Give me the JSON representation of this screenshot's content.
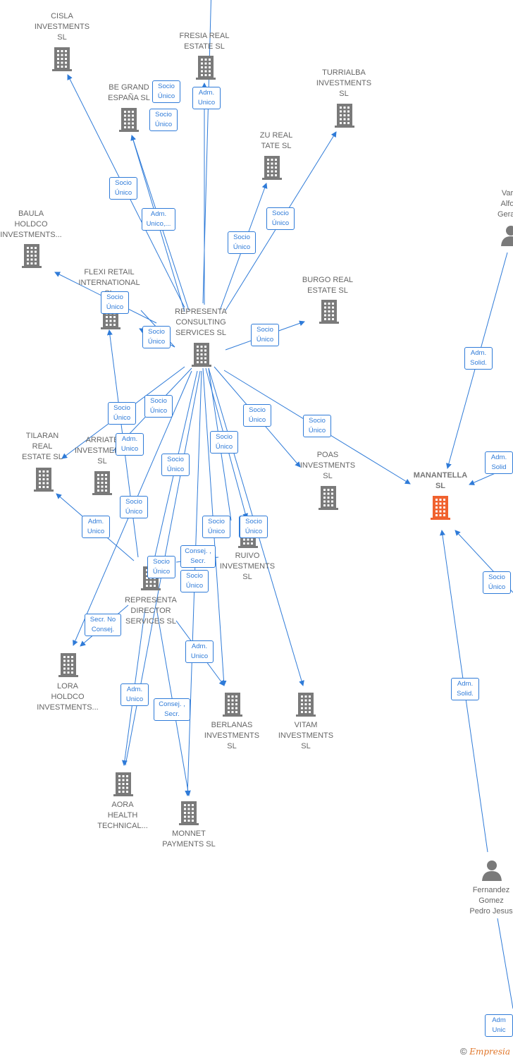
{
  "colors": {
    "edge": "#2f7bd8",
    "node": "#7a7a7a",
    "highlight": "#f0622f",
    "text": "#666666"
  },
  "footer": {
    "symbol": "©",
    "brand": "Empresia"
  },
  "nodes": [
    {
      "id": "cisla",
      "type": "company",
      "label": "CISLA\nINVESTMENTS\nSL"
    },
    {
      "id": "fresia",
      "type": "company",
      "label": "FRESIA REAL\nESTATE  SL"
    },
    {
      "id": "begrand",
      "type": "company",
      "label": "BE GRAND\nESPAÑA  SL"
    },
    {
      "id": "turrialba",
      "type": "company",
      "label": "TURRIALBA\nINVESTMENTS\nSL"
    },
    {
      "id": "irazu",
      "type": "company",
      "label": "ZU REAL\nTATE  SL"
    },
    {
      "id": "baula",
      "type": "company",
      "label": "BAULA\nHOLDCO\nINVESTMENTS..."
    },
    {
      "id": "flexi",
      "type": "company",
      "label": "FLEXI RETAIL\nINTERNATIONAL\nSL"
    },
    {
      "id": "burgo",
      "type": "company",
      "label": "BURGO REAL\nESTATE  SL"
    },
    {
      "id": "representa",
      "type": "company",
      "label": "REPRESENTA\nCONSULTING\nSERVICES  SL"
    },
    {
      "id": "tilaran",
      "type": "company",
      "label": "TILARAN\nREAL\nESTATE  SL"
    },
    {
      "id": "arriate",
      "type": "company",
      "label": "ARRIATE\nINVESTMENTS\nSL"
    },
    {
      "id": "poas",
      "type": "company",
      "label": "POAS\nINVESTMENTS\nSL"
    },
    {
      "id": "manantella",
      "type": "company",
      "label": "MANANTELLA\nSL",
      "main": true
    },
    {
      "id": "ruivo",
      "type": "company",
      "label": "RUIVO\nINVESTMENTS\nSL"
    },
    {
      "id": "director",
      "type": "company",
      "label": "REPRESENTA\nDIRECTOR\nSERVICES  SL"
    },
    {
      "id": "lora",
      "type": "company",
      "label": "LORA\nHOLDCO\nINVESTMENTS..."
    },
    {
      "id": "berlanas",
      "type": "company",
      "label": "BERLANAS\nINVESTMENTS\nSL"
    },
    {
      "id": "vitam",
      "type": "company",
      "label": "VITAM\nINVESTMENTS\nSL"
    },
    {
      "id": "aora",
      "type": "company",
      "label": "AORA\nHEALTH\nTECHNICAL..."
    },
    {
      "id": "monnet",
      "type": "company",
      "label": "MONNET\nPAYMENTS  SL"
    },
    {
      "id": "person_var",
      "type": "person",
      "label": "Var\nAlfo\nGerar"
    },
    {
      "id": "person_fernandez",
      "type": "person",
      "label": "Fernandez\nGomez\nPedro Jesus"
    }
  ],
  "edges": [
    {
      "from": "representa",
      "to": "cisla",
      "label": "Socio\nÚnico"
    },
    {
      "from": "representa",
      "to": "fresia",
      "label": "Socio\nÚnico"
    },
    {
      "from": "representa",
      "to": "fresia",
      "label": "Adm.\nUnico"
    },
    {
      "from": "representa",
      "to": "begrand",
      "label": "Socio\nÚnico"
    },
    {
      "from": "representa",
      "to": "begrand",
      "label": "Adm.\nUnico,..."
    },
    {
      "from": "representa",
      "to": "turrialba",
      "label": "Socio\nÚnico"
    },
    {
      "from": "representa",
      "to": "irazu",
      "label": "Socio\nÚnico"
    },
    {
      "from": "representa",
      "to": "representa",
      "label": "Socio\nÚnico"
    },
    {
      "from": "representa",
      "to": "flexi",
      "label": "Socio\nÚnico"
    },
    {
      "from": "representa",
      "to": "baula",
      "label": "Socio\nÚnico"
    },
    {
      "from": "representa",
      "to": "burgo",
      "label": "Socio\nÚnico"
    },
    {
      "from": "representa",
      "to": "tilaran",
      "label": "Socio\nÚnico"
    },
    {
      "from": "representa",
      "to": "arriate",
      "label": "Socio\nÚnico"
    },
    {
      "from": "representa",
      "to": "poas",
      "label": "Socio\nÚnico"
    },
    {
      "from": "representa",
      "to": "manantella",
      "label": "Socio\nÚnico"
    },
    {
      "from": "representa",
      "to": "ruivo",
      "label": "Socio\nÚnico"
    },
    {
      "from": "representa",
      "to": "ruivo",
      "label": "Socio\nÚnico"
    },
    {
      "from": "representa",
      "to": "berlanas",
      "label": "Socio\nÚnico"
    },
    {
      "from": "representa",
      "to": "vitam",
      "label": "Socio\nÚnico"
    },
    {
      "from": "representa",
      "to": "director",
      "label": "Socio\nÚnico"
    },
    {
      "from": "representa",
      "to": "lora",
      "label": "Socio\nÚnico"
    },
    {
      "from": "representa",
      "to": "monnet",
      "label": "Socio\nÚnico"
    },
    {
      "from": "representa",
      "to": "aora",
      "label": "Socio\nÚnico"
    },
    {
      "from": "director",
      "to": "arriate",
      "label": "Adm.\nUnico"
    },
    {
      "from": "director",
      "to": "tilaran",
      "label": "Adm.\nUnico"
    },
    {
      "from": "director",
      "to": "lora",
      "label": "Secr.  No\nConsej."
    },
    {
      "from": "director",
      "to": "ruivo",
      "label": "Consej. ,\nSecr."
    },
    {
      "from": "director",
      "to": "berlanas",
      "label": "Adm.\nUnico"
    },
    {
      "from": "director",
      "to": "aora",
      "label": "Adm.\nUnico"
    },
    {
      "from": "director",
      "to": "monnet",
      "label": "Consej. ,\nSecr."
    },
    {
      "from": "person_var",
      "to": "manantella",
      "label": "Adm.\nSolid."
    },
    {
      "from": "offscreen_right",
      "to": "manantella",
      "label": "Adm.\nSolid"
    },
    {
      "from": "offscreen_right",
      "to": "manantella",
      "label": "Socio\nÚnico"
    },
    {
      "from": "person_fernandez",
      "to": "manantella",
      "label": "Adm.\nSolid."
    },
    {
      "from": "person_fernandez",
      "to": "offscreen_bottom",
      "label": "Adm\nUnic"
    }
  ]
}
